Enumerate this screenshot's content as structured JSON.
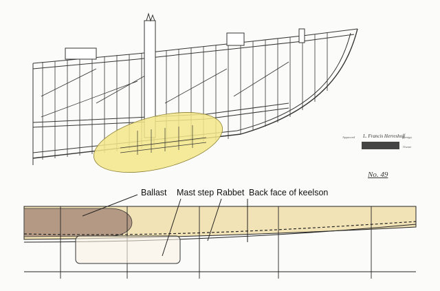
{
  "drawing": {
    "approved_label": "Approved",
    "signature": "L. Francis Herreshoff",
    "designer_label": "Design",
    "owner_label": "Owner",
    "plan_number": "No. 49"
  },
  "labels": {
    "ballast": "Ballast",
    "mast_step": "Mast step",
    "rabbet": "Rabbet",
    "keelson": "Back face of keelson"
  },
  "colors": {
    "highlight": "#f3e68a",
    "wood": "#f2e3b6",
    "ballast": "#b49a84"
  }
}
